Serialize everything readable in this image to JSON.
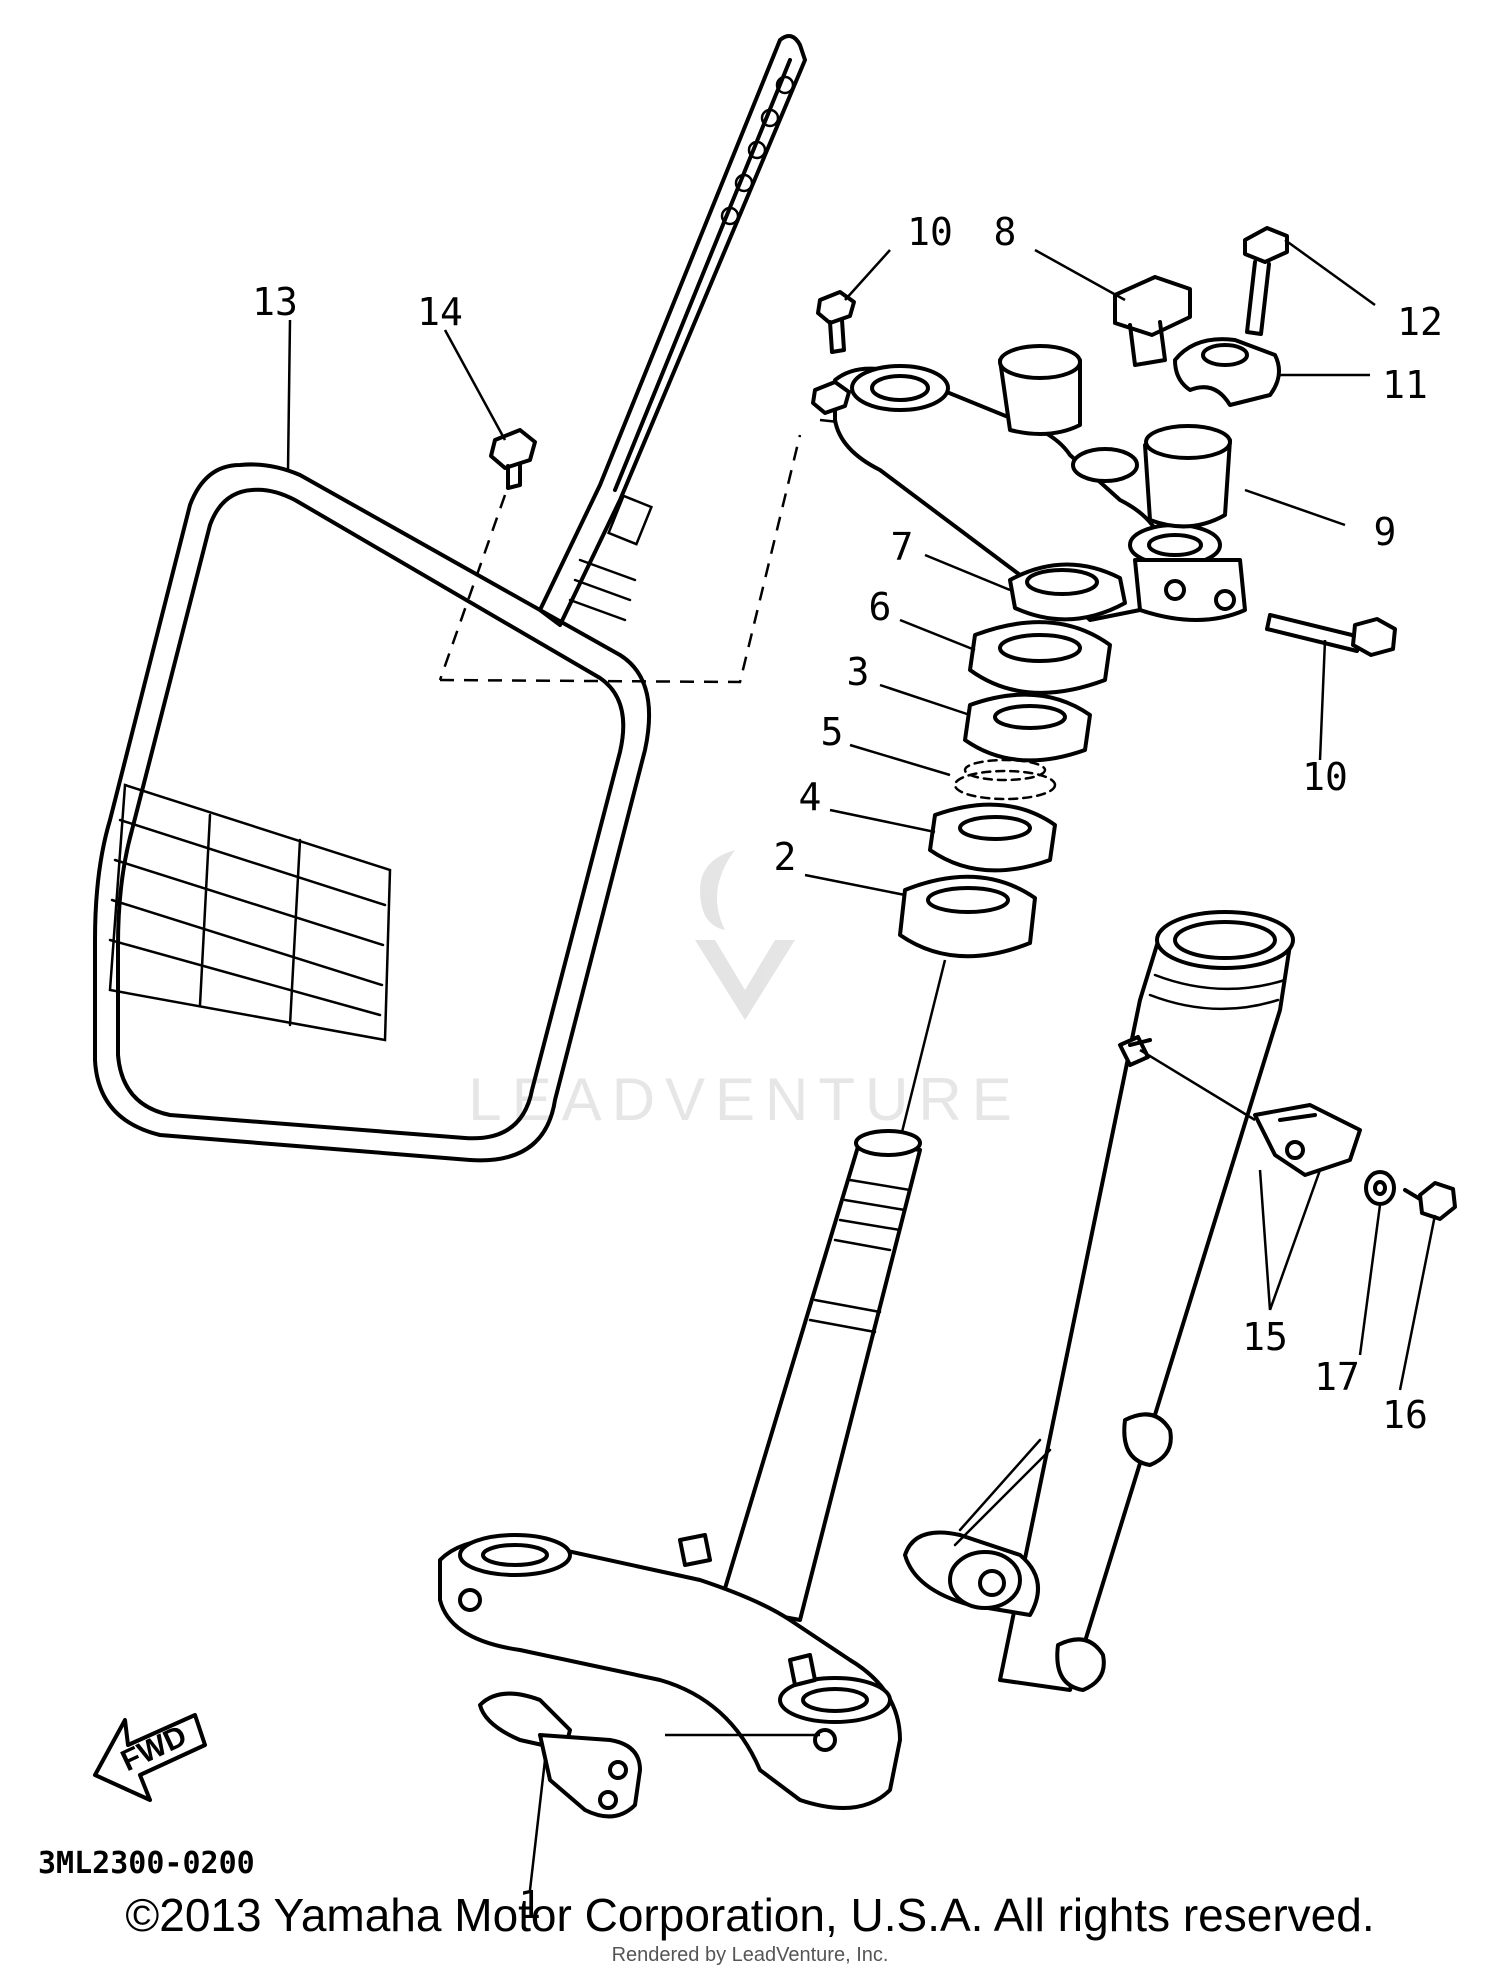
{
  "diagram": {
    "part_labels": [
      "1",
      "2",
      "3",
      "4",
      "5",
      "6",
      "7",
      "8",
      "9",
      "10",
      "10",
      "11",
      "12",
      "13",
      "14",
      "15",
      "16",
      "17"
    ],
    "diagram_code": "3ML2300-0200",
    "fwd_label": "FWD",
    "watermark_text": "LEADVENTURE",
    "copyright": "©2013 Yamaha Motor Corporation, U.S.A. All rights reserved.",
    "rendered_by": "Rendered by LeadVenture, Inc."
  }
}
